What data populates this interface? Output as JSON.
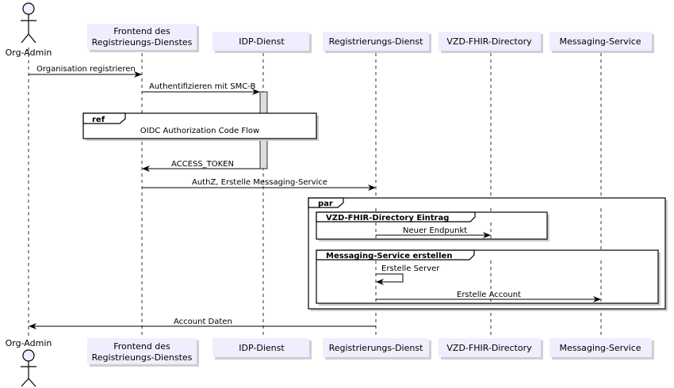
{
  "participants": [
    {
      "id": "org_admin",
      "label": "Org-Admin",
      "kind": "actor"
    },
    {
      "id": "frontend",
      "label_lines": [
        "Frontend des",
        "Registrieungs-Dienstes"
      ],
      "kind": "participant"
    },
    {
      "id": "idp",
      "label": "IDP-Dienst",
      "kind": "participant"
    },
    {
      "id": "registry",
      "label": "Registrierungs-Dienst",
      "kind": "participant"
    },
    {
      "id": "vzd",
      "label": "VZD-FHIR-Directory",
      "kind": "participant"
    },
    {
      "id": "messaging",
      "label": "Messaging-Service",
      "kind": "participant"
    }
  ],
  "messages": [
    {
      "id": "m1",
      "from": "org_admin",
      "to": "frontend",
      "label": "Organisation registrieren"
    },
    {
      "id": "m2",
      "from": "frontend",
      "to": "idp",
      "label": "Authentifizieren mit SMC-B"
    },
    {
      "id": "m3",
      "from": "idp",
      "to": "frontend",
      "label": "ACCESS_TOKEN"
    },
    {
      "id": "m4",
      "from": "frontend",
      "to": "registry",
      "label": "AuthZ, Erstelle Messaging-Service"
    },
    {
      "id": "m5",
      "from": "registry",
      "to": "vzd",
      "label": "Neuer Endpunkt"
    },
    {
      "id": "m6",
      "from": "registry",
      "to": "registry",
      "label": "Erstelle Server"
    },
    {
      "id": "m7",
      "from": "registry",
      "to": "messaging",
      "label": "Erstelle Account"
    },
    {
      "id": "m8",
      "from": "registry",
      "to": "org_admin",
      "label": "Account Daten"
    }
  ],
  "frames": {
    "ref": {
      "tag": "ref",
      "text": "OIDC Authorization Code Flow"
    },
    "par": {
      "tag": "par"
    },
    "group1": {
      "title": "VZD-FHIR-Directory Eintrag"
    },
    "group2": {
      "title": "Messaging-Service erstellen"
    }
  },
  "colors": {
    "participant_fill": "#eeeeff",
    "participant_shadow": "#cfcfcf",
    "activation_fill": "#dddddd",
    "line": "#000000"
  }
}
